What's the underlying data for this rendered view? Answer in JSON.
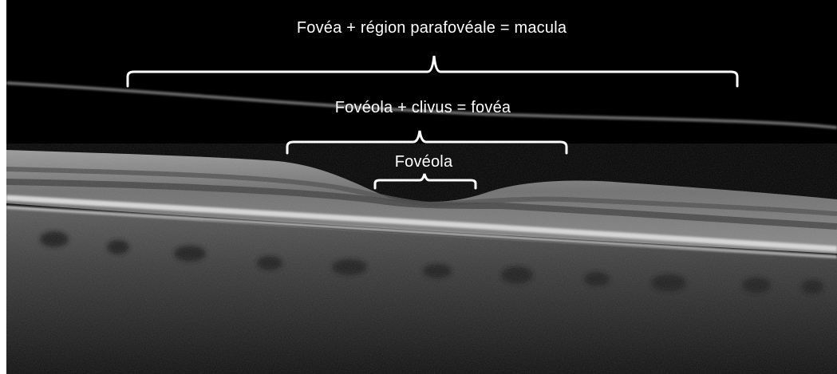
{
  "image": {
    "subject": "OCT",
    "colors": {
      "background": "#000000",
      "tissue": "#8a8a8a",
      "bright_layer": "#e0e0e0",
      "annotation": "#ffffff"
    }
  },
  "annotations": {
    "macula": "Fovéa + région parafovéale = macula",
    "fovea": "Fovéola + clivus = fovéa",
    "foveola": "Fovéola"
  }
}
